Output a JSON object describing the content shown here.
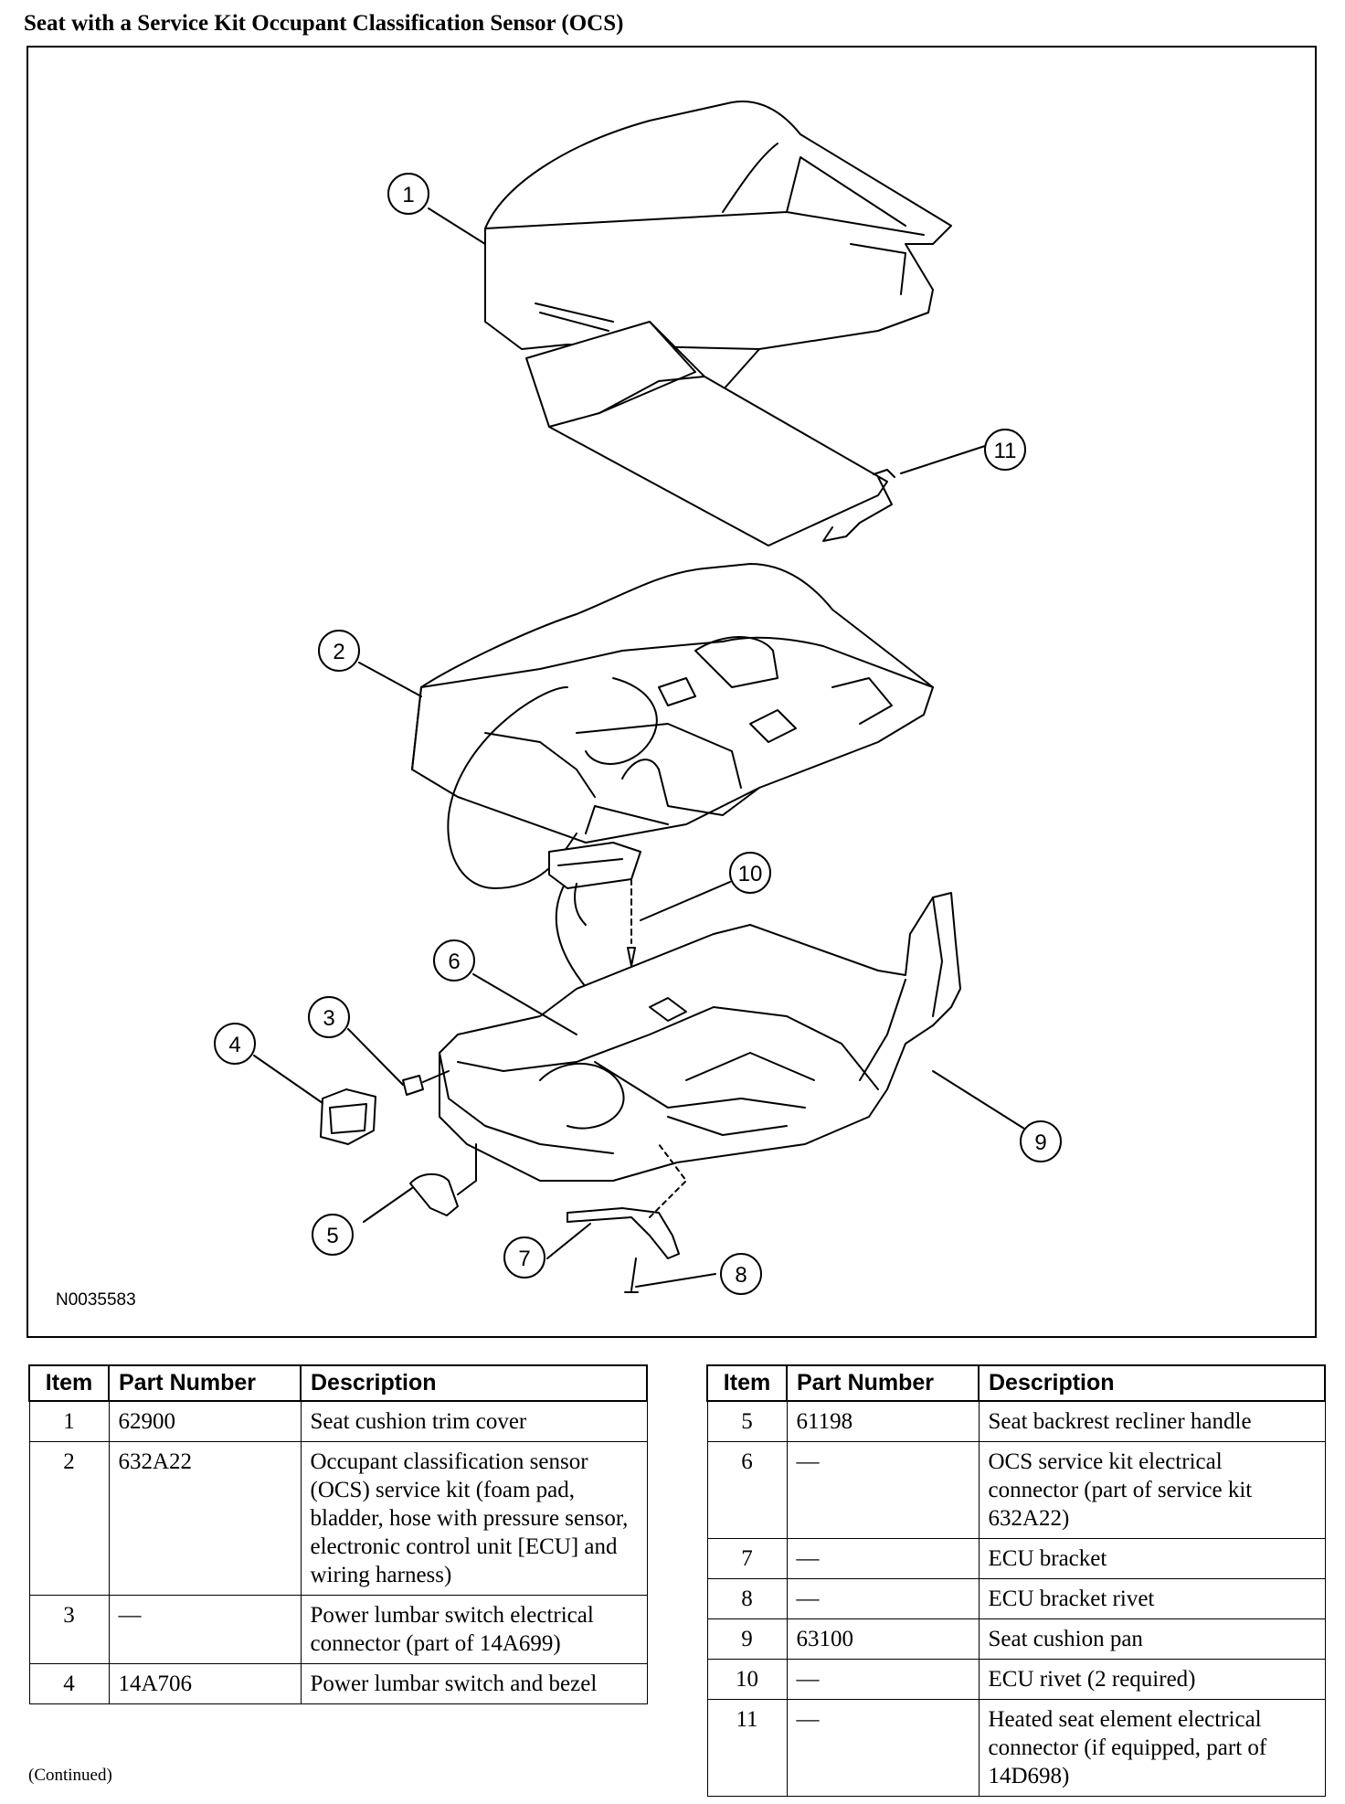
{
  "title": "Seat with a Service Kit Occupant Classification Sensor (OCS)",
  "figure_id": "N0035583",
  "callouts": [
    "1",
    "2",
    "3",
    "4",
    "5",
    "6",
    "7",
    "8",
    "9",
    "10",
    "11"
  ],
  "table_headers": {
    "item": "Item",
    "part_number": "Part Number",
    "description": "Description"
  },
  "parts_left": [
    {
      "item": "1",
      "part": "62900",
      "desc": "Seat cushion trim cover"
    },
    {
      "item": "2",
      "part": "632A22",
      "desc": "Occupant classification sensor (OCS) service kit (foam pad, bladder, hose with pressure sensor, electronic control unit [ECU] and wiring harness)"
    },
    {
      "item": "3",
      "part": "—",
      "desc": "Power lumbar switch electrical connector (part of 14A699)"
    },
    {
      "item": "4",
      "part": "14A706",
      "desc": "Power lumbar switch and bezel"
    }
  ],
  "parts_right": [
    {
      "item": "5",
      "part": "61198",
      "desc": "Seat backrest recliner handle"
    },
    {
      "item": "6",
      "part": "—",
      "desc": "OCS service kit electrical connector (part of service kit 632A22)"
    },
    {
      "item": "7",
      "part": "—",
      "desc": "ECU bracket"
    },
    {
      "item": "8",
      "part": "—",
      "desc": "ECU bracket rivet"
    },
    {
      "item": "9",
      "part": "63100",
      "desc": "Seat cushion pan"
    },
    {
      "item": "10",
      "part": "—",
      "desc": "ECU rivet (2 required)"
    },
    {
      "item": "11",
      "part": "—",
      "desc": "Heated seat element electrical connector (if equipped, part of 14D698)"
    }
  ],
  "continued": "(Continued)"
}
